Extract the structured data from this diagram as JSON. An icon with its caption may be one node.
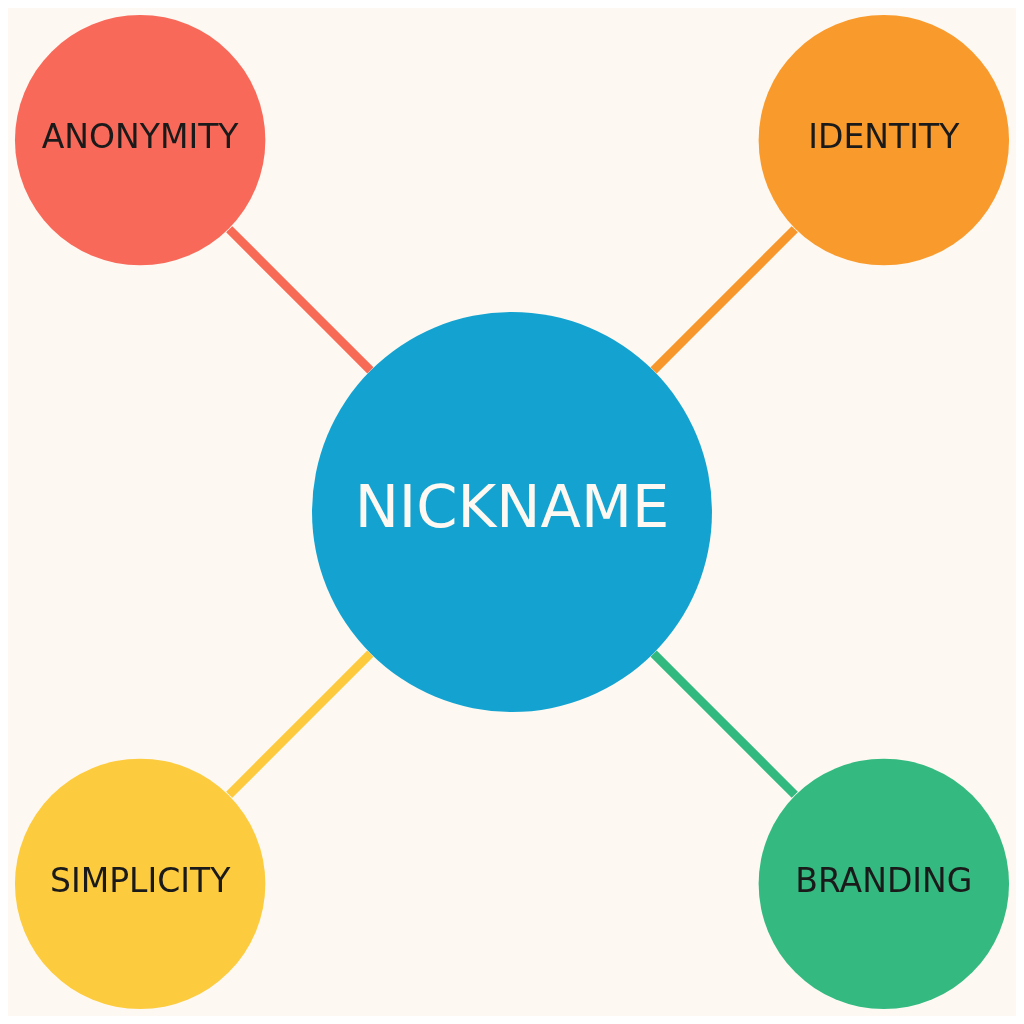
{
  "diagram": {
    "nodes": [
      {
        "text": [
          "IDENTITY"
        ]
      },
      {
        "text": [
          "ANONYMITY"
        ]
      },
      {
        "text": [
          "NICKNAME"
        ]
      },
      {
        "text": [
          "SIMPLICITY"
        ]
      },
      {
        "text": [
          "BRANDING"
        ]
      }
    ],
    "edges": [
      {
        "from": 2,
        "to": 0,
        "arrow": "none",
        "color": "#f7962a"
      },
      {
        "from": 2,
        "to": 1,
        "arrow": "none",
        "color": "#f76a55"
      },
      {
        "from": 2,
        "to": 3,
        "arrow": "none",
        "color": "#fcca3c"
      },
      {
        "from": 2,
        "to": 4,
        "arrow": "none",
        "color": "#32b97f"
      }
    ]
  }
}
